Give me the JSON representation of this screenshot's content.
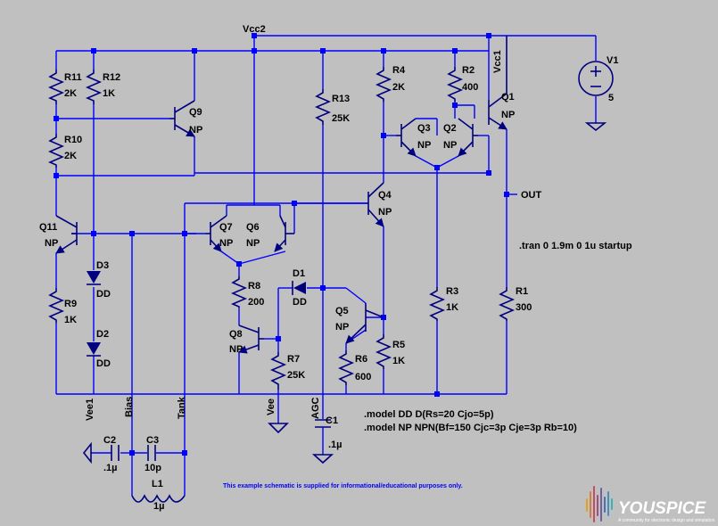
{
  "nets": {
    "vcc2": "Vcc2",
    "vcc1": "Vcc1",
    "out": "OUT",
    "vee1": "Vee1",
    "bias": "Bias",
    "tank": "Tank",
    "vee": "Vee",
    "agc": "AGC"
  },
  "resistors": {
    "R11": {
      "name": "R11",
      "value": "2K"
    },
    "R12": {
      "name": "R12",
      "value": "1K"
    },
    "R10": {
      "name": "R10",
      "value": "2K"
    },
    "R9": {
      "name": "R9",
      "value": "1K"
    },
    "R8": {
      "name": "R8",
      "value": "200"
    },
    "R7": {
      "name": "R7",
      "value": "25K"
    },
    "R13": {
      "name": "R13",
      "value": "25K"
    },
    "R6": {
      "name": "R6",
      "value": "600"
    },
    "R5": {
      "name": "R5",
      "value": "1K"
    },
    "R4": {
      "name": "R4",
      "value": "2K"
    },
    "R3": {
      "name": "R3",
      "value": "1K"
    },
    "R2": {
      "name": "R2",
      "value": "400"
    },
    "R1": {
      "name": "R1",
      "value": "300"
    }
  },
  "transistors": {
    "Q9": {
      "name": "Q9",
      "model": "NP"
    },
    "Q11": {
      "name": "Q11",
      "model": "NP"
    },
    "Q7": {
      "name": "Q7",
      "model": "NP"
    },
    "Q6": {
      "name": "Q6",
      "model": "NP"
    },
    "Q8": {
      "name": "Q8",
      "model": "NP"
    },
    "Q4": {
      "name": "Q4",
      "model": "NP"
    },
    "Q5": {
      "name": "Q5",
      "model": "NP"
    },
    "Q3": {
      "name": "Q3",
      "model": "NP"
    },
    "Q2": {
      "name": "Q2",
      "model": "NP"
    },
    "Q1": {
      "name": "Q1",
      "model": "NP"
    }
  },
  "diodes": {
    "D3": {
      "name": "D3",
      "model": "DD"
    },
    "D2": {
      "name": "D2",
      "model": "DD"
    },
    "D1": {
      "name": "D1",
      "model": "DD"
    }
  },
  "capacitors": {
    "C2": {
      "name": "C2",
      "value": ".1µ"
    },
    "C3": {
      "name": "C3",
      "value": "10p"
    },
    "C1": {
      "name": "C1",
      "value": ".1µ"
    }
  },
  "inductors": {
    "L1": {
      "name": "L1",
      "value": "1µ"
    }
  },
  "source": {
    "name": "V1",
    "value": "5"
  },
  "directives": {
    "tran": ".tran 0 1.9m 0 1u startup",
    "model_dd": ".model DD D(Rs=20 Cjo=5p)",
    "model_np": ".model NP NPN(Bf=150 Cjc=3p Cje=3p Rb=10)"
  },
  "note": "This example schematic is supplied for informational/educational purposes only.",
  "logo": {
    "name": "YOUSPICE",
    "tagline": "A community for electronic design and simulation"
  },
  "colors": {
    "background": "#c0c0c0",
    "wire": "#0000ff",
    "component": "#000080",
    "text": "#000000"
  }
}
